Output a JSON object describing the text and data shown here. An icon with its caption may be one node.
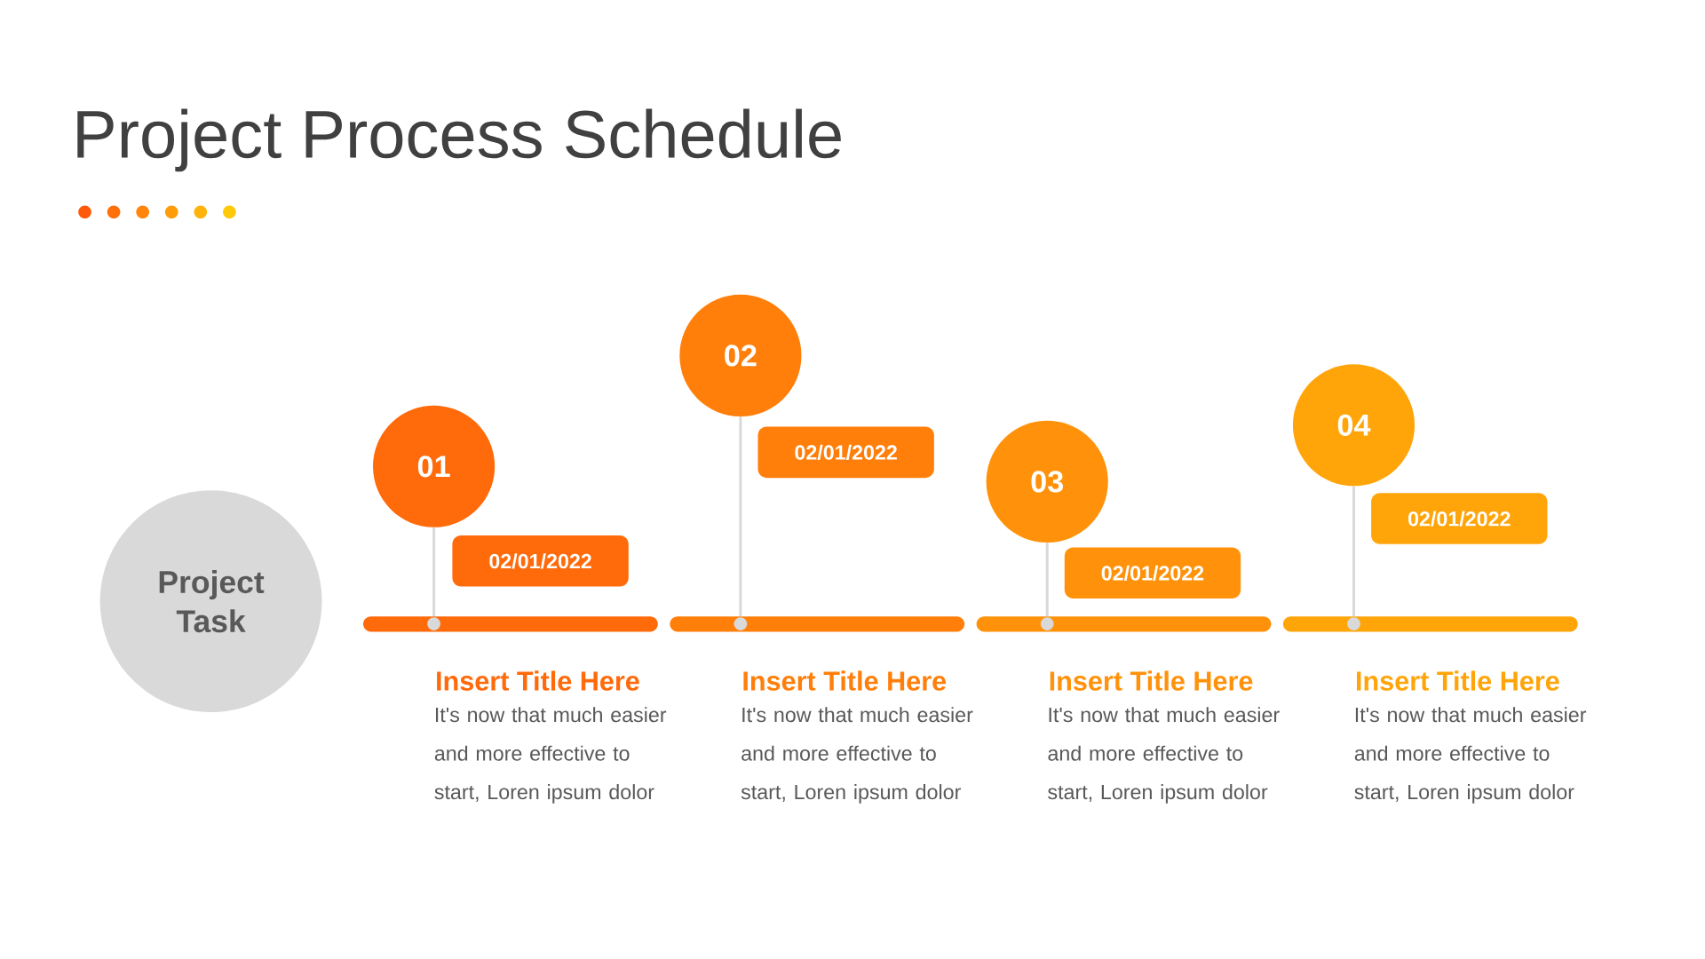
{
  "diagram": {
    "title": "Project Process Schedule",
    "nodes": [
      {
        "text": [
          "Project Task"
        ]
      },
      {
        "text": [
          "01"
        ]
      },
      {
        "text": [
          "02"
        ]
      },
      {
        "text": [
          "03"
        ]
      },
      {
        "text": [
          "04"
        ]
      },
      {
        "text": [
          "02/01/2022"
        ]
      },
      {
        "text": [
          "02/01/2022"
        ]
      },
      {
        "text": [
          "02/01/2022"
        ]
      },
      {
        "text": [
          "02/01/2022"
        ]
      },
      {
        "text": [],
        "shape": "bar",
        "beside": [
          "Insert Title Here",
          "It's now that much easier and more effective to start, Loren ipsum dolor"
        ]
      },
      {
        "text": [],
        "shape": "bar",
        "beside": [
          "Insert Title Here",
          "It's now that much easier and more effective to start, Loren ipsum dolor"
        ]
      },
      {
        "text": [],
        "shape": "bar",
        "beside": [
          "Insert Title Here",
          "It's now that much easier and more effective to start, Loren ipsum dolor"
        ]
      },
      {
        "text": [],
        "shape": "bar",
        "beside": [
          "Insert Title Here",
          "It's now that much easier and more effective to start, Loren ipsum dolor"
        ]
      }
    ],
    "edges": [
      {
        "from": 1,
        "to": 9,
        "arrow": "other"
      },
      {
        "from": 2,
        "to": 10,
        "arrow": "other"
      },
      {
        "from": 3,
        "to": 11,
        "arrow": "other"
      },
      {
        "from": 4,
        "to": 12,
        "arrow": "other"
      }
    ]
  }
}
